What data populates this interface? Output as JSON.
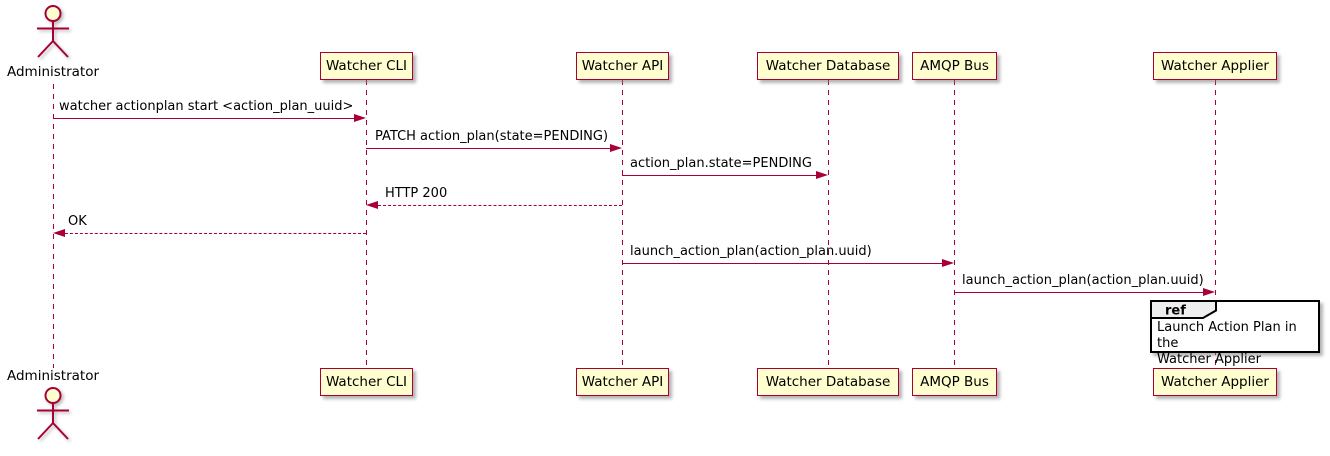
{
  "diagram": {
    "type": "sequence",
    "actor": {
      "name": "Administrator"
    },
    "participants": [
      {
        "label": "Watcher CLI"
      },
      {
        "label": "Watcher API"
      },
      {
        "label": "Watcher Database"
      },
      {
        "label": "AMQP Bus"
      },
      {
        "label": "Watcher Applier"
      }
    ],
    "messages": [
      {
        "from": "Administrator",
        "to": "Watcher CLI",
        "text": "watcher actionplan start <action_plan_uuid>",
        "style": "solid"
      },
      {
        "from": "Watcher CLI",
        "to": "Watcher API",
        "text": "PATCH action_plan(state=PENDING)",
        "style": "solid"
      },
      {
        "from": "Watcher API",
        "to": "Watcher Database",
        "text": "action_plan.state=PENDING",
        "style": "solid"
      },
      {
        "from": "Watcher API",
        "to": "Watcher CLI",
        "text": "HTTP 200",
        "style": "dashed"
      },
      {
        "from": "Watcher CLI",
        "to": "Administrator",
        "text": "OK",
        "style": "dashed"
      },
      {
        "from": "Watcher API",
        "to": "AMQP Bus",
        "text": "launch_action_plan(action_plan.uuid)",
        "style": "solid"
      },
      {
        "from": "AMQP Bus",
        "to": "Watcher Applier",
        "text": "launch_action_plan(action_plan.uuid)",
        "style": "solid"
      }
    ],
    "ref": {
      "keyword": "ref",
      "over": "Watcher Applier",
      "text": "Launch Action Plan in the\nWatcher Applier"
    },
    "colors": {
      "participant_fill": "#FEFECE",
      "participant_border": "#A80036",
      "line": "#A80036",
      "text": "#000000",
      "ref_border": "#000000",
      "ref_tab_fill": "#EEEEEE"
    }
  }
}
